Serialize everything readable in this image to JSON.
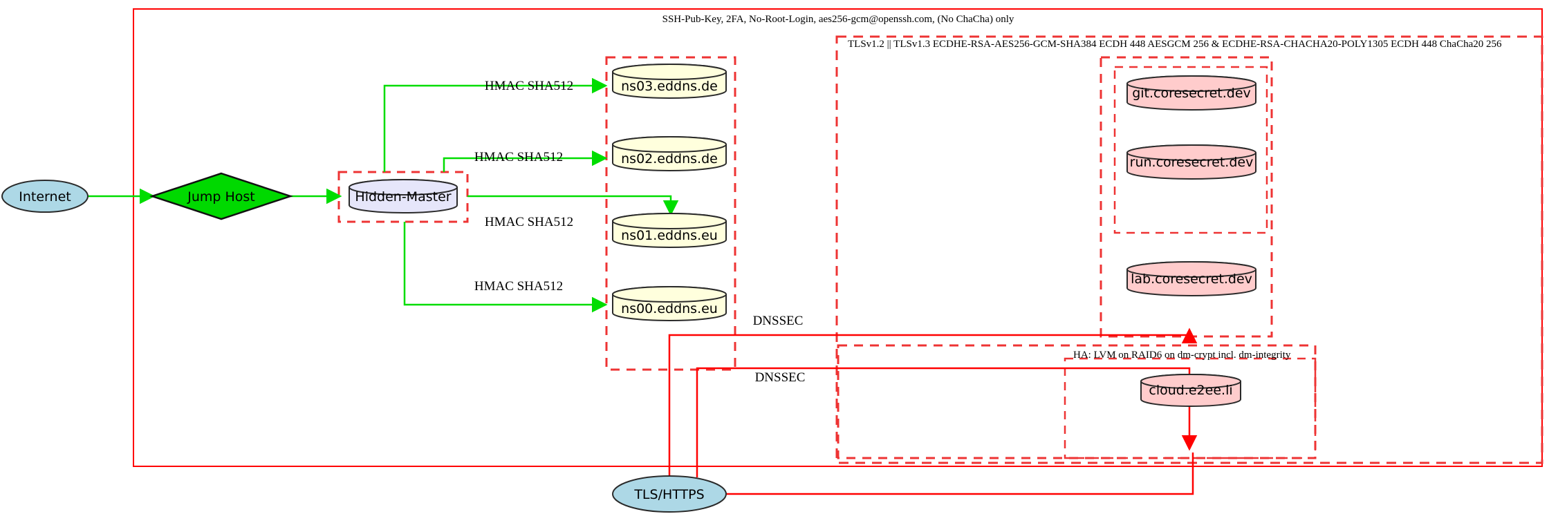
{
  "diagram": {
    "title_labels": {
      "ssh_policy": "SSH-Pub-Key, 2FA, No-Root-Login, aes256-gcm@openssh.com, (No ChaCha) only",
      "tls_policy": "TLSv1.2 || TLSv1.3 ECDHE-RSA-AES256-GCM-SHA384 ECDH 448 AESGCM 256 & ECDHE-RSA-CHACHA20-POLY1305 ECDH 448 ChaCha20 256",
      "ha_policy": "HA: LVM on RAID6 on dm-crypt incl. dm-integrity"
    },
    "nodes": {
      "internet": "Internet",
      "jump_host": "Jump Host",
      "hidden_master": "Hidden-Master",
      "tls_https": "TLS/HTTPS",
      "ns03": "ns03.eddns.de",
      "ns02": "ns02.eddns.de",
      "ns01": "ns01.eddns.eu",
      "ns00": "ns00.eddns.eu",
      "git": "git.coresecret.dev",
      "run": "run.coresecret.dev",
      "lab": "lab.coresecret.dev",
      "cloud": "cloud.e2ee.li"
    },
    "edge_labels": {
      "hmac_1": "HMAC SHA512",
      "hmac_2": "HMAC SHA512",
      "hmac_3": "HMAC SHA512",
      "hmac_4": "HMAC SHA512",
      "dnssec_1": "DNSSEC",
      "dnssec_2": "DNSSEC"
    },
    "colors": {
      "boundary_red": "#ff0000",
      "dashed_red": "#ee3333",
      "green_edge": "#00dd00",
      "jump_host_fill": "#00d900",
      "internet_fill": "#add8e6",
      "hidden_master_fill": "#e6e6fa",
      "dns_fill": "#ffffdd",
      "service_fill": "#ffcccc",
      "stroke_dark": "#2a2a2a"
    }
  }
}
